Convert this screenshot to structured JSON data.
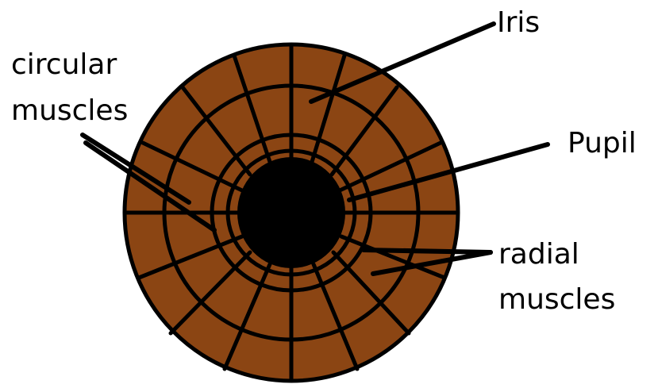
{
  "labels": {
    "iris": "Iris",
    "circular_line1": "circular",
    "circular_line2": "muscles",
    "pupil": "Pupil",
    "radial_line1": "radial",
    "radial_line2": "muscles"
  },
  "colors": {
    "iris_fill": "#8B4513",
    "pupil_fill": "#000000",
    "stroke": "#000000",
    "background": "#FFFFFF"
  }
}
